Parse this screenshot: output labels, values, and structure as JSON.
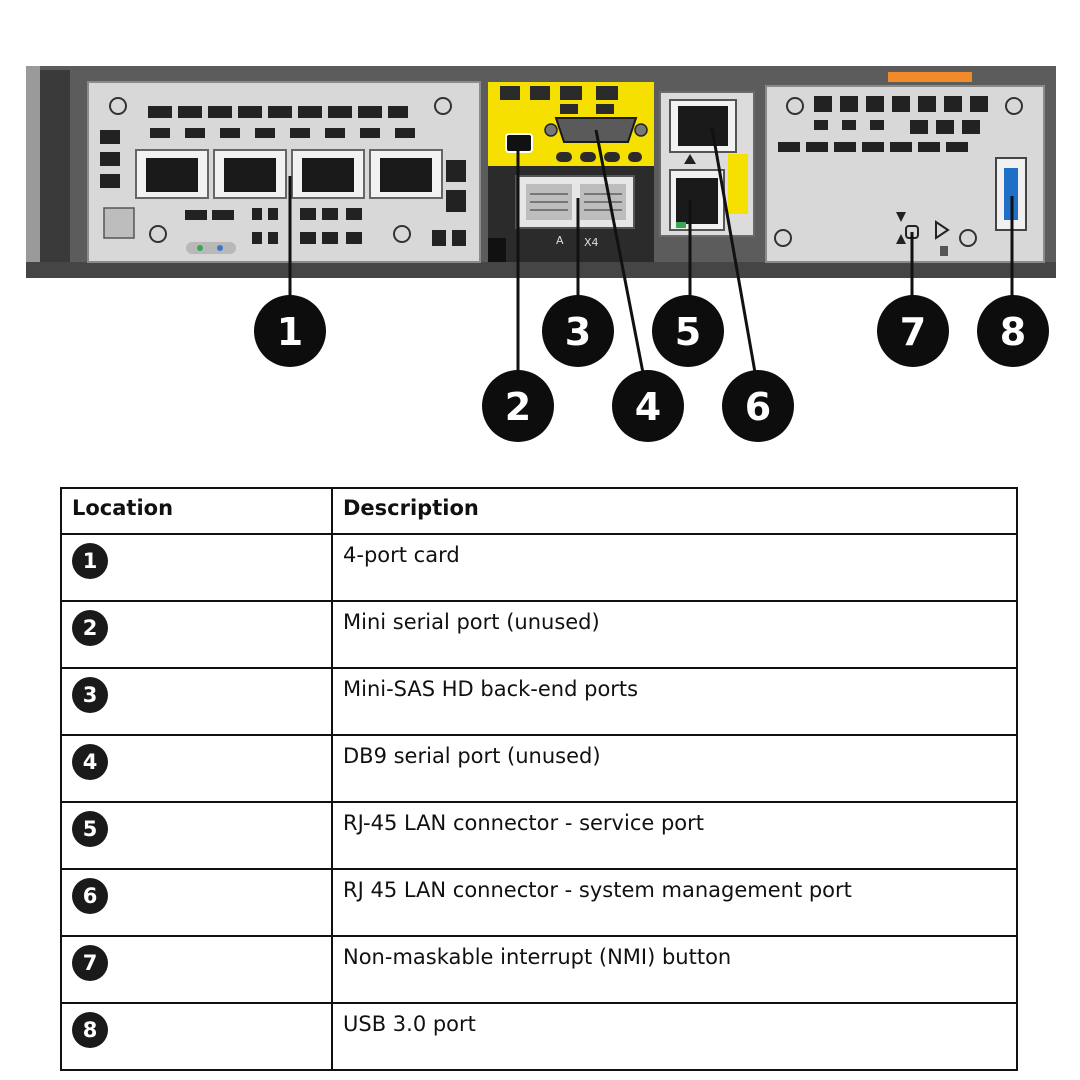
{
  "callouts": {
    "c1": "1",
    "c2": "2",
    "c3": "3",
    "c4": "4",
    "c5": "5",
    "c6": "6",
    "c7": "7",
    "c8": "8"
  },
  "panel_marks": {
    "port_group_label": "X4",
    "port_letter": "A"
  },
  "colors": {
    "chassis": "#5c5c5c",
    "panel": "#d8d8d8",
    "accent_yellow": "#f5e000",
    "orange_tab": "#f08a2a",
    "port_blue": "#1f6fc7",
    "callout": "#0d0d0d"
  },
  "table": {
    "headers": {
      "location": "Location",
      "description": "Description"
    },
    "rows": [
      {
        "num": "1",
        "description": "4-port card"
      },
      {
        "num": "2",
        "description": "Mini serial port (unused)"
      },
      {
        "num": "3",
        "description": "Mini-SAS HD back-end ports"
      },
      {
        "num": "4",
        "description": "DB9 serial port (unused)"
      },
      {
        "num": "5",
        "description": "RJ-45 LAN connector - service port"
      },
      {
        "num": "6",
        "description": "RJ 45 LAN connector - system management port"
      },
      {
        "num": "7",
        "description": "Non-maskable interrupt (NMI) button"
      },
      {
        "num": "8",
        "description": "USB 3.0 port"
      }
    ]
  }
}
